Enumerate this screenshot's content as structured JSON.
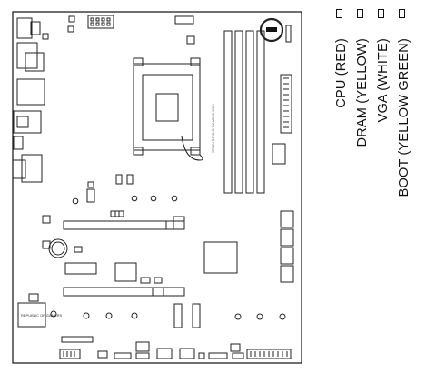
{
  "diagram": {
    "board_silkscreen": "STRIX B760-G GAMING WIFI",
    "vendor_mark": "REPUBLIC OF GAMERS"
  },
  "legend": {
    "items": [
      {
        "key": "cpu",
        "label": "CPU (RED)",
        "color": "#ff0000"
      },
      {
        "key": "dram",
        "label": "DRAM (YELLOW)",
        "color": "#ffd400"
      },
      {
        "key": "vga",
        "label": "VGA (WHITE)",
        "color": "#ffffff"
      },
      {
        "key": "boot",
        "label": "BOOT (YELLOW GREEN)",
        "color": "#9acd32"
      }
    ]
  },
  "colors": {
    "outline": "#222222",
    "highlight": "#000000"
  }
}
